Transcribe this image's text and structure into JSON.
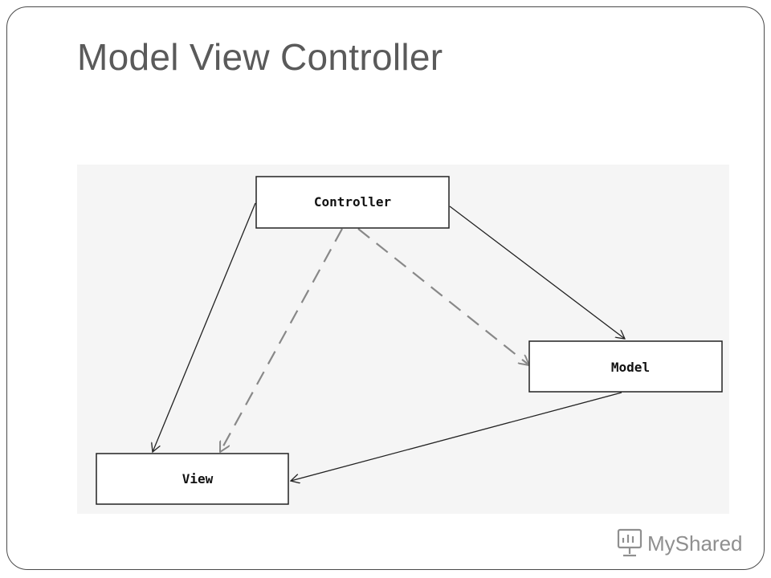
{
  "slide": {
    "title": "Model View Controller"
  },
  "diagram": {
    "nodes": {
      "controller": "Controller",
      "model": "Model",
      "view": "View"
    },
    "edges": [
      {
        "from": "controller",
        "to": "model",
        "style": "solid"
      },
      {
        "from": "controller",
        "to": "view",
        "style": "solid"
      },
      {
        "from": "controller",
        "to": "model",
        "style": "dashed"
      },
      {
        "from": "controller",
        "to": "view",
        "style": "dashed"
      },
      {
        "from": "model",
        "to": "view",
        "style": "solid"
      }
    ]
  },
  "watermark": {
    "brand": "MyShared"
  },
  "colors": {
    "border": "#4a4a4a",
    "title": "#5a5a5a",
    "diagram_background": "#f5f5f5",
    "solid_line": "#222222",
    "dashed_line": "#888888"
  }
}
